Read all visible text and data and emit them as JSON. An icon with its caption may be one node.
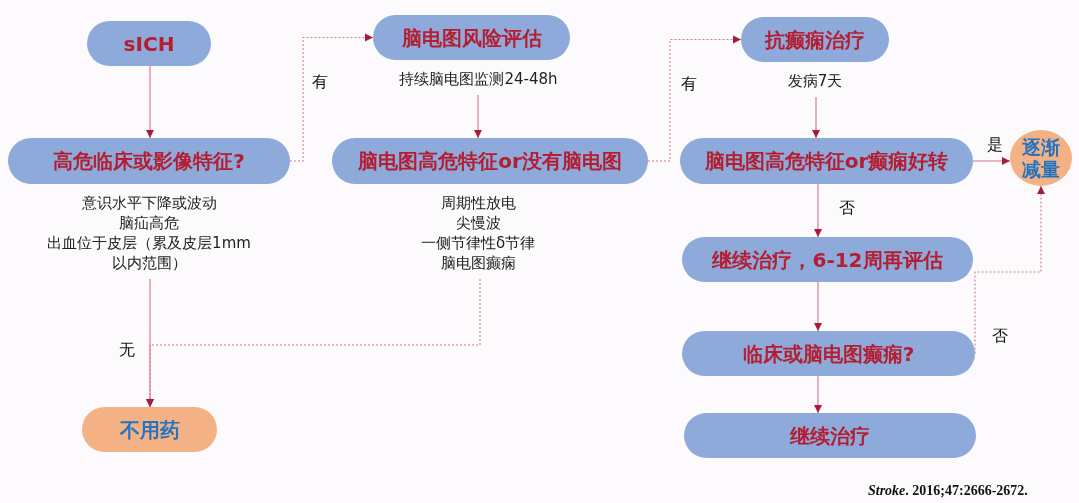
{
  "diagram": {
    "nodes": [
      {
        "text": [
          "sICH"
        ]
      },
      {
        "text": [
          "高危临床或影像特征?"
        ],
        "beside": [
          "意识水平下降或波动",
          "脑疝高危",
          "出血位于皮层（累及皮层1mm以内范围）"
        ]
      },
      {
        "text": [
          "脑电图风险评估"
        ],
        "beside": [
          "持续脑电图监测24-48h"
        ]
      },
      {
        "text": [
          "脑电图高危特征or没有脑电图"
        ],
        "beside": [
          "周期性放电",
          "尖慢波",
          "一侧节律性δ节律",
          "脑电图癫痫"
        ]
      },
      {
        "text": [
          "抗癫痫治疗"
        ],
        "beside": [
          "发病7天"
        ]
      },
      {
        "text": [
          "脑电图高危特征or癫痫好转"
        ]
      },
      {
        "text": [
          "逐渐减量"
        ]
      },
      {
        "text": [
          "继续治疗，6-12周再评估"
        ]
      },
      {
        "text": [
          "临床或脑电图癫痫?"
        ]
      },
      {
        "text": [
          "继续治疗"
        ]
      },
      {
        "text": [
          "不用药"
        ]
      }
    ],
    "edges": [
      {
        "from": 0,
        "to": 1,
        "arrow": "to"
      },
      {
        "from": 1,
        "to": 2,
        "arrow": "to",
        "label": "有",
        "style": "dashed"
      },
      {
        "from": 2,
        "to": 3,
        "arrow": "to"
      },
      {
        "from": 3,
        "to": 4,
        "arrow": "to",
        "label": "有",
        "style": "dashed"
      },
      {
        "from": 1,
        "to": 10,
        "arrow": "to",
        "label": "无"
      },
      {
        "from": 3,
        "to": 10,
        "arrow": "to",
        "style": "dashed"
      },
      {
        "from": 4,
        "to": 5,
        "arrow": "to"
      },
      {
        "from": 5,
        "to": 6,
        "arrow": "to",
        "label": "是"
      },
      {
        "from": 5,
        "to": 7,
        "arrow": "to",
        "label": "否"
      },
      {
        "from": 7,
        "to": 8,
        "arrow": "to"
      },
      {
        "from": 8,
        "to": 6,
        "arrow": "to",
        "label": "否",
        "style": "dashed"
      },
      {
        "from": 8,
        "to": 9,
        "arrow": "to"
      }
    ],
    "labels": [
      "*Stroke*. 2016;47:2666-2672."
    ]
  }
}
